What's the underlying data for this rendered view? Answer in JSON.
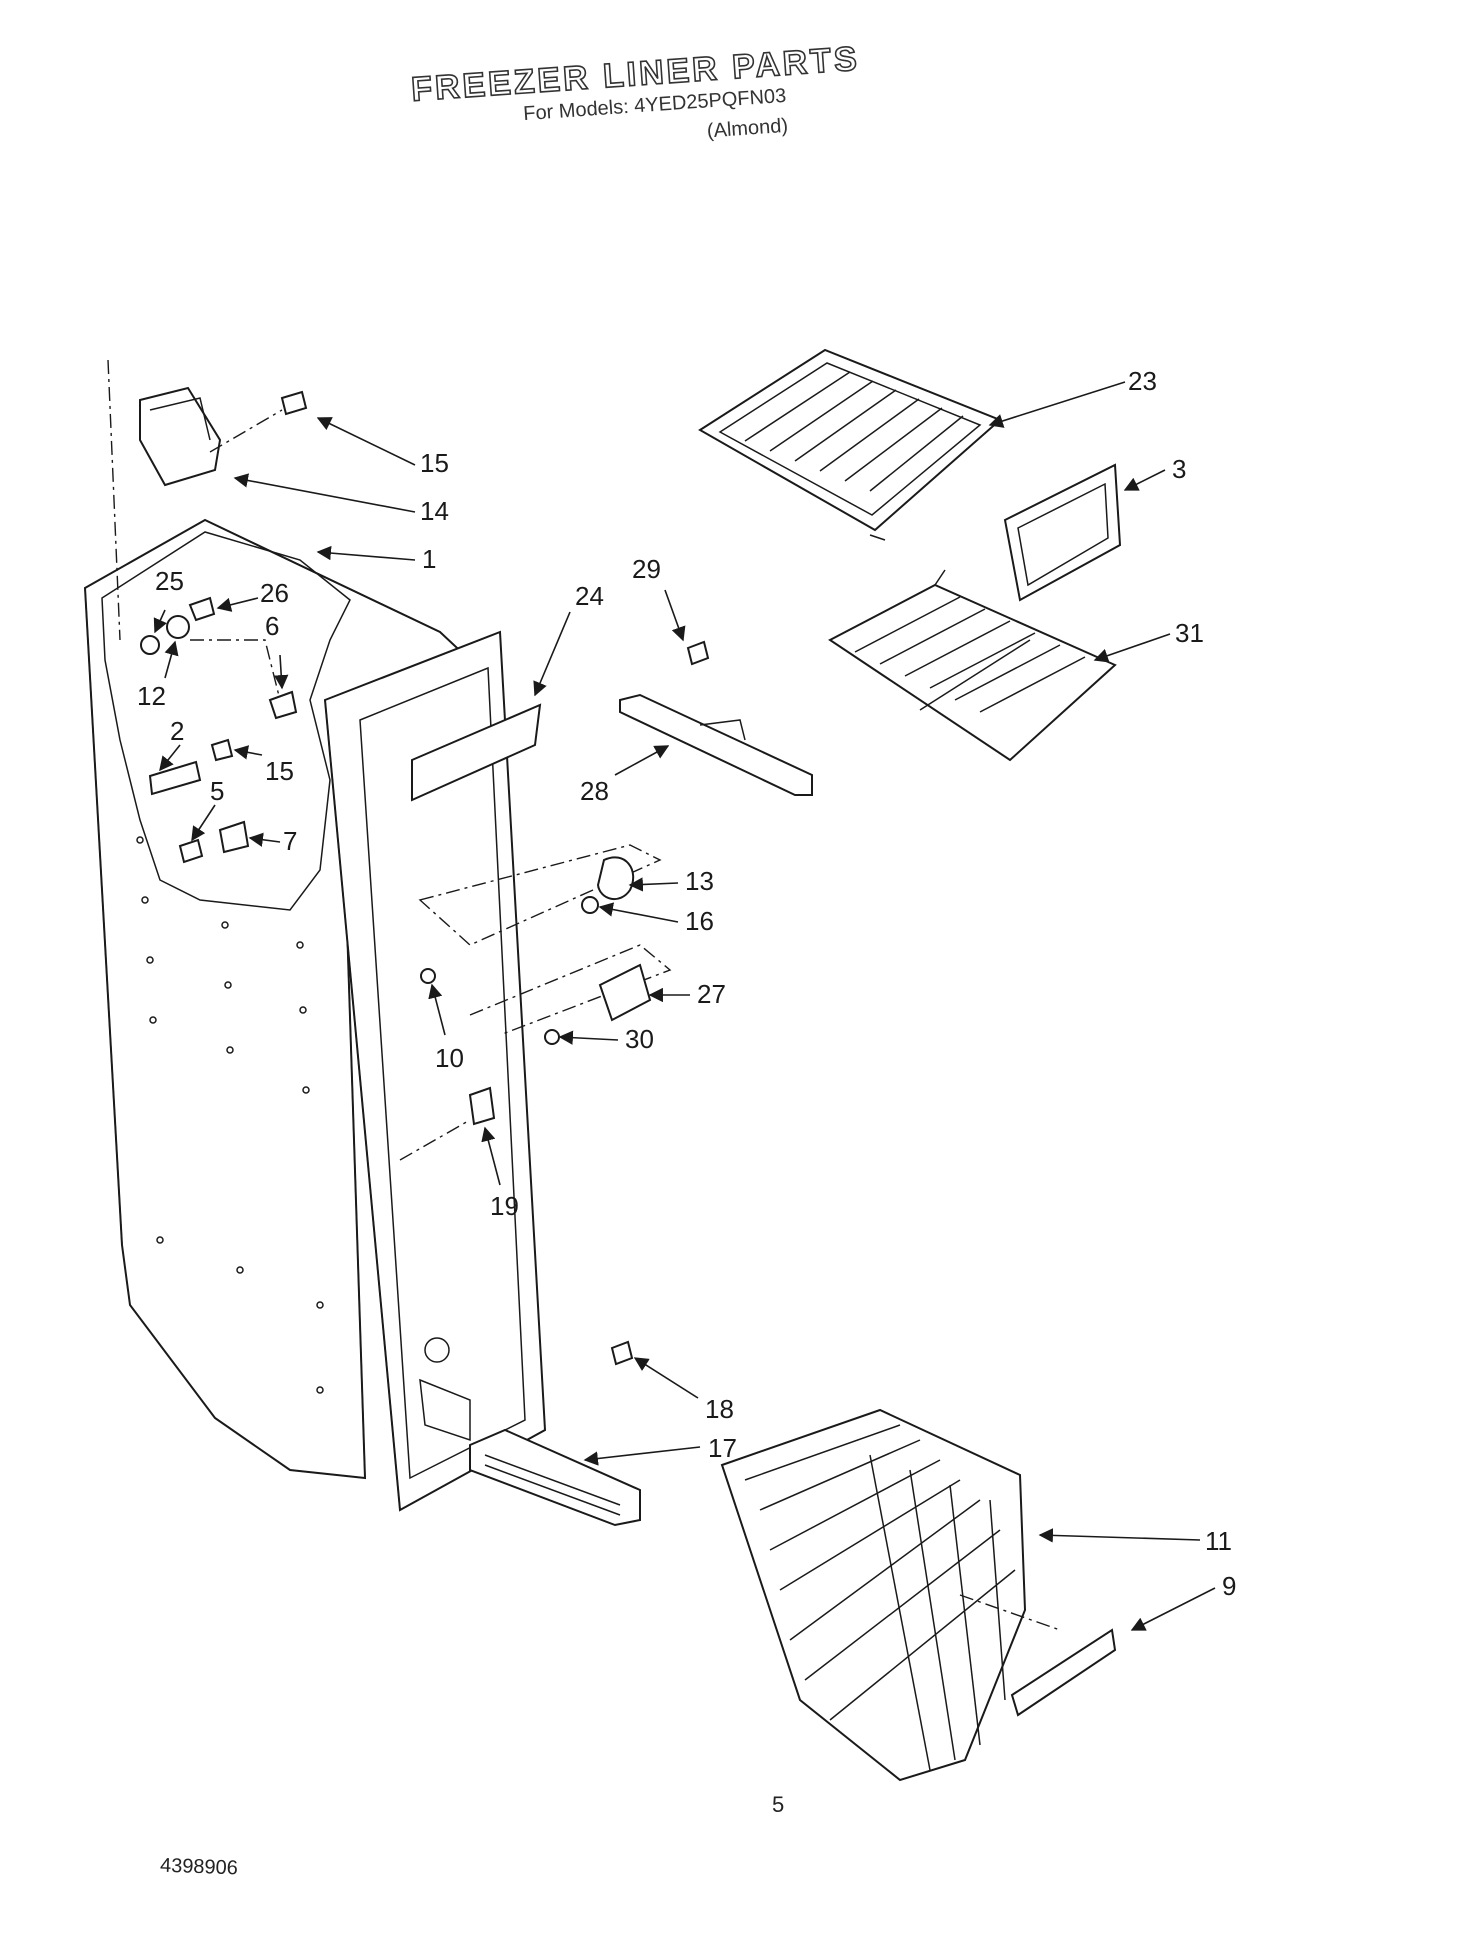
{
  "header": {
    "title": "FREEZER LINER PARTS",
    "model_line": "For Models: 4YED25PQFN03",
    "variant": "(Almond)"
  },
  "callouts": {
    "c1": "1",
    "c2": "2",
    "c3": "3",
    "c5": "5",
    "c6": "6",
    "c7": "7",
    "c9": "9",
    "c10": "10",
    "c11": "11",
    "c12": "12",
    "c13": "13",
    "c14": "14",
    "c15a": "15",
    "c15b": "15",
    "c16": "16",
    "c17": "17",
    "c18": "18",
    "c19": "19",
    "c23": "23",
    "c24": "24",
    "c25": "25",
    "c26": "26",
    "c27": "27",
    "c28": "28",
    "c29": "29",
    "c30": "30",
    "c31": "31"
  },
  "footer": {
    "page_number": "5",
    "document_number": "4398906"
  }
}
